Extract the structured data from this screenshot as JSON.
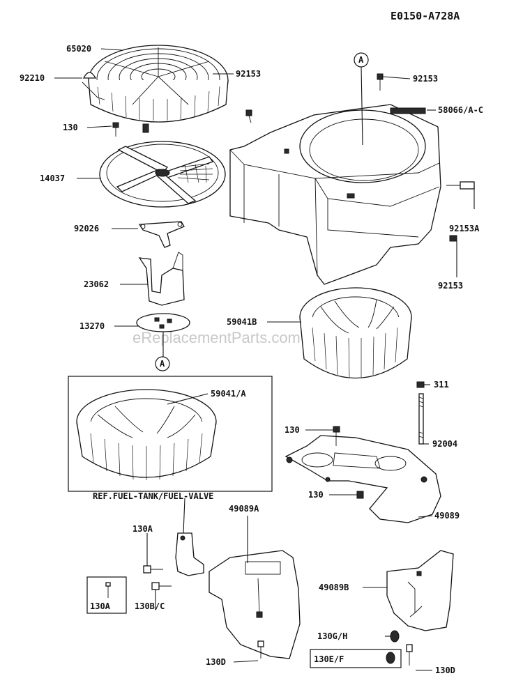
{
  "diagram": {
    "code": "E0150-A728A",
    "watermark": "eReplacementParts.com",
    "ref_note": "REF.FUEL-TANK/FUEL-VALVE",
    "callout_A": "A",
    "labels": {
      "p65020": "65020",
      "p92210": "92210",
      "p92153_top": "92153",
      "p92153_right": "92153",
      "p58066": "58066/A-C",
      "p130_a": "130",
      "p14037": "14037",
      "p92153A": "92153A",
      "p92026": "92026",
      "p92153_low": "92153",
      "p23062": "23062",
      "p59041B": "59041B",
      "p13270": "13270",
      "p59041A": "59041/A",
      "p311": "311",
      "p130_b": "130",
      "p92004": "92004",
      "p130_c": "130",
      "p49089": "49089",
      "p49089A": "49089A",
      "p130A_top": "130A",
      "p130A_box": "130A",
      "p130BC": "130B/C",
      "p49089B": "49089B",
      "p130GH": "130G/H",
      "p130EF": "130E/F",
      "p130D_left": "130D",
      "p130D_right": "130D"
    }
  }
}
